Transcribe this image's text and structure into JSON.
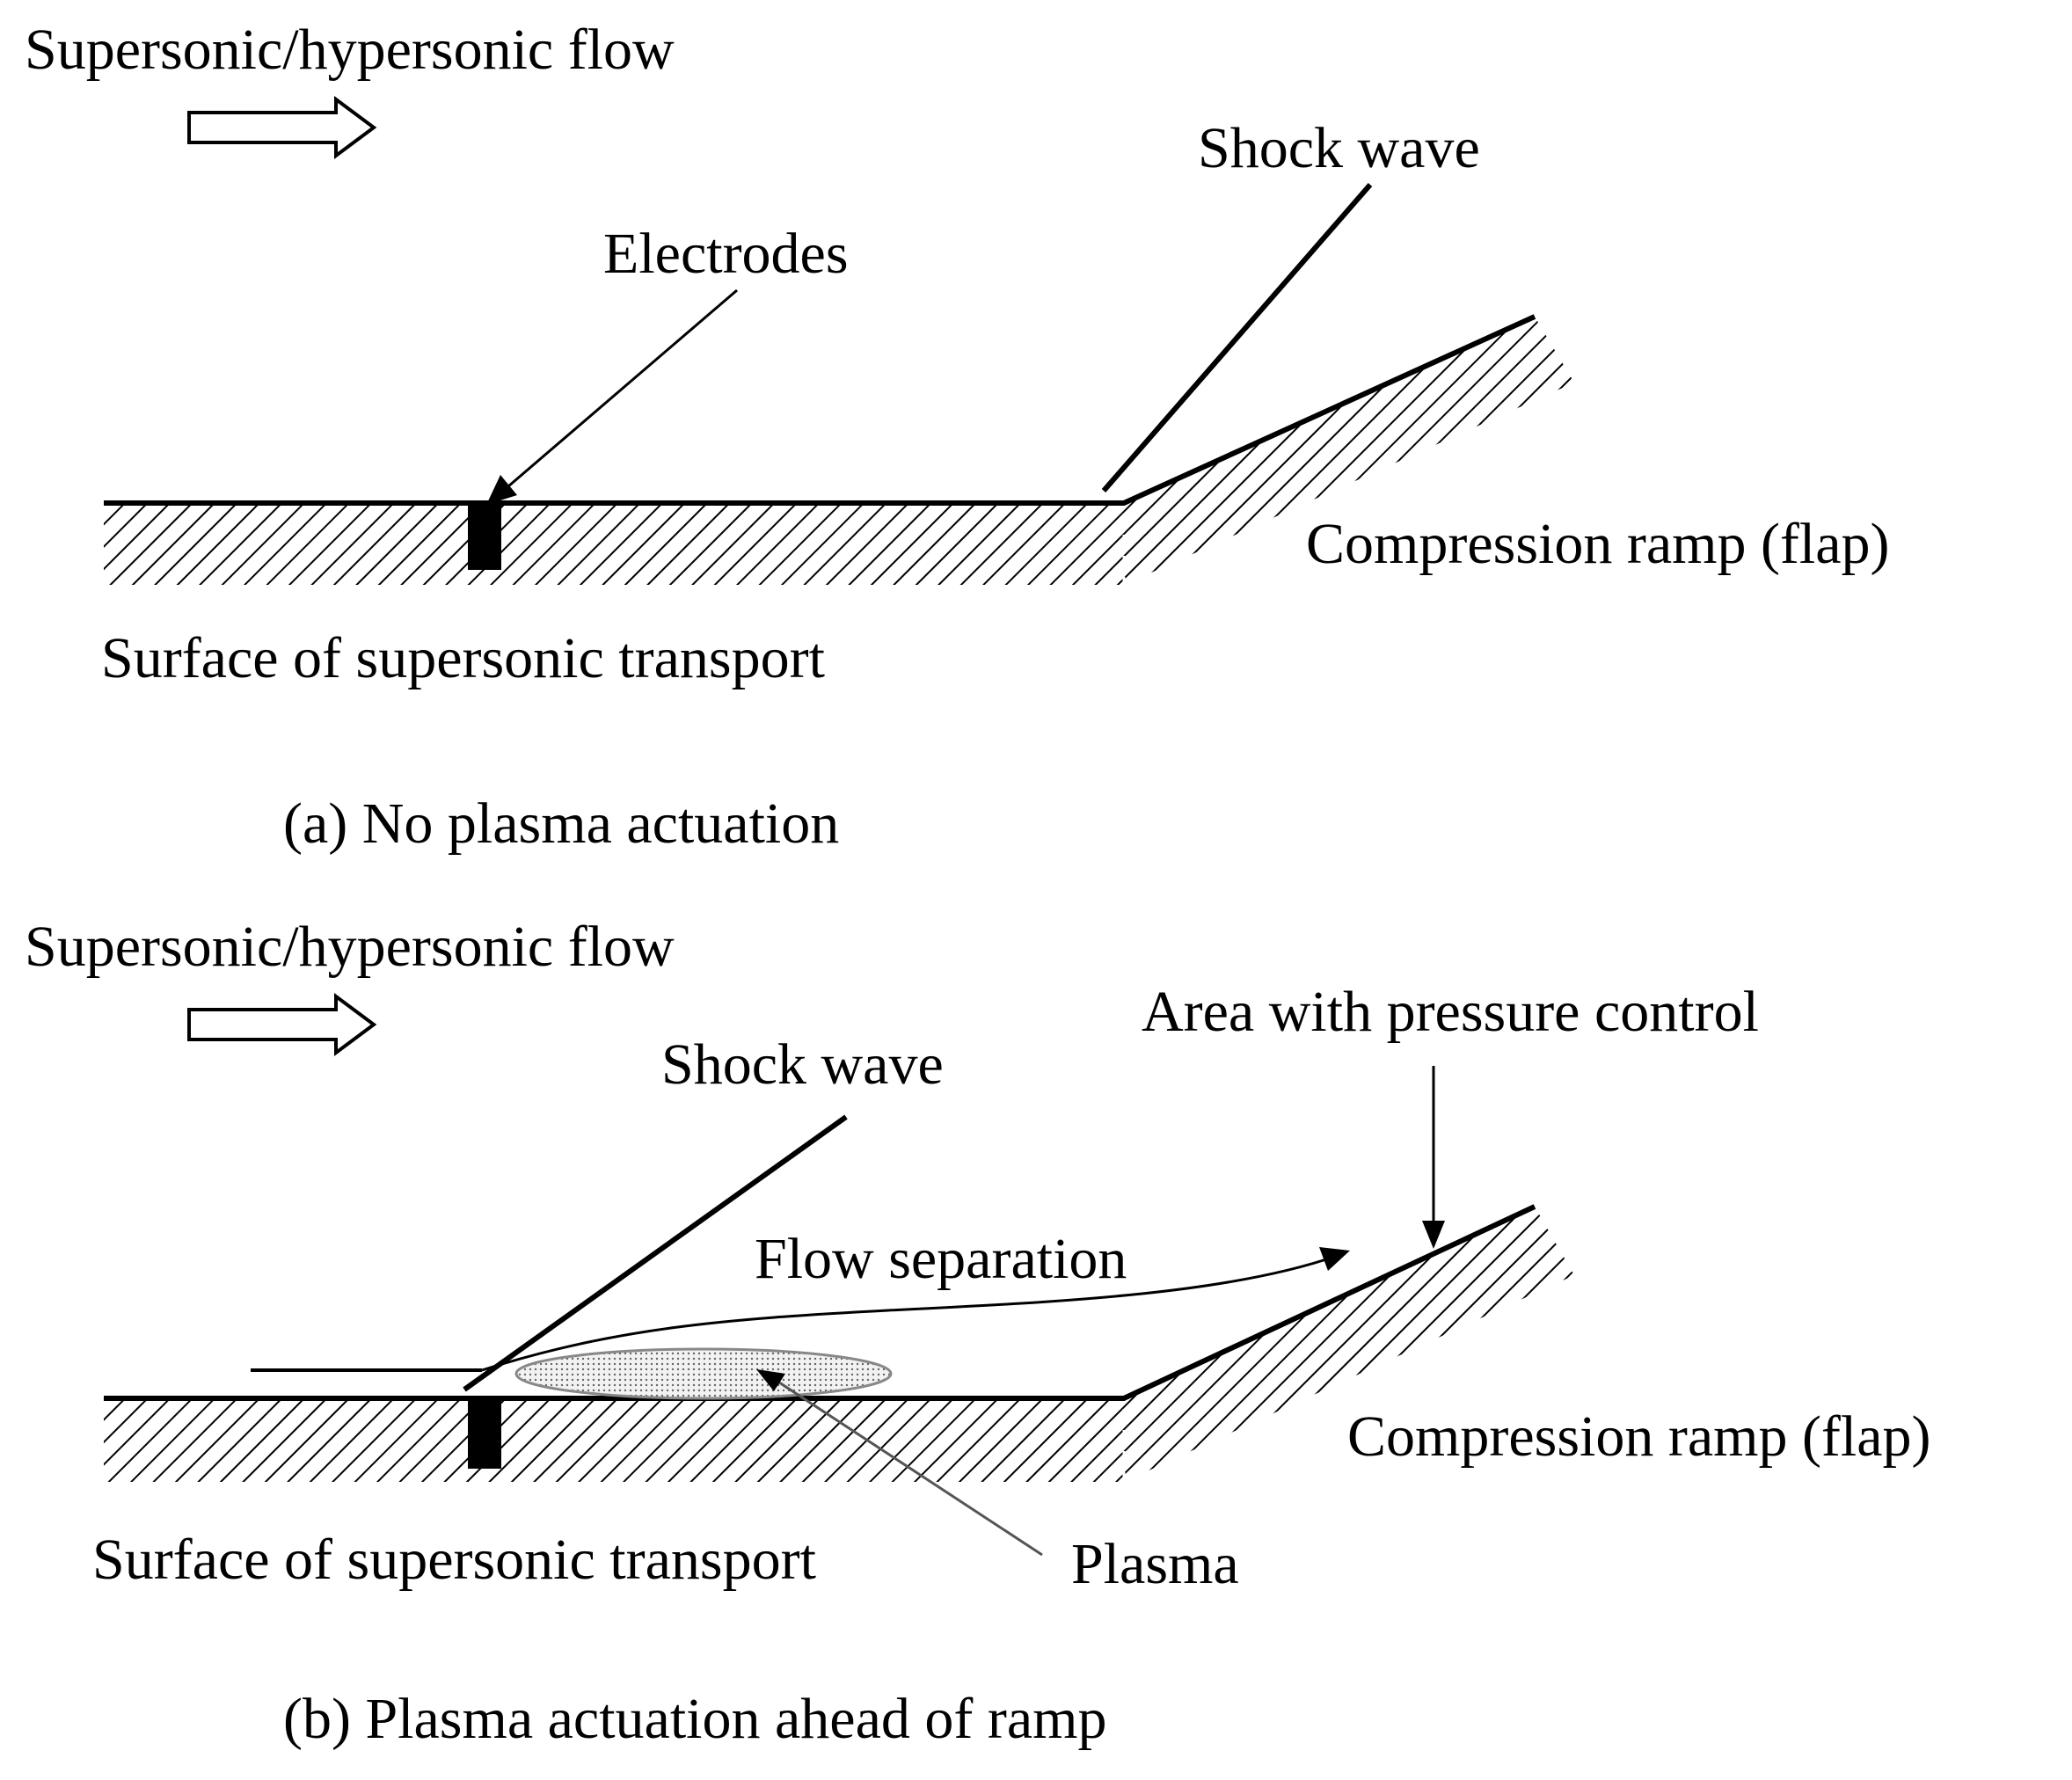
{
  "panel_a": {
    "flow_label": "Supersonic/hypersonic flow",
    "shock_label": "Shock wave",
    "electrodes_label": "Electrodes",
    "ramp_label": "Compression ramp (flap)",
    "surface_label": "Surface of supersonic transport",
    "caption": "(a) No plasma actuation"
  },
  "panel_b": {
    "flow_label": "Supersonic/hypersonic flow",
    "shock_label": "Shock wave",
    "pressure_label": "Area with pressure control",
    "separation_label": "Flow separation",
    "ramp_label": "Compression ramp (flap)",
    "surface_label": "Surface of supersonic transport",
    "plasma_label": "Plasma",
    "caption": "(b) Plasma actuation ahead of ramp"
  },
  "colors": {
    "ink": "#000000",
    "plasma_fill": "#e0e0e0"
  }
}
